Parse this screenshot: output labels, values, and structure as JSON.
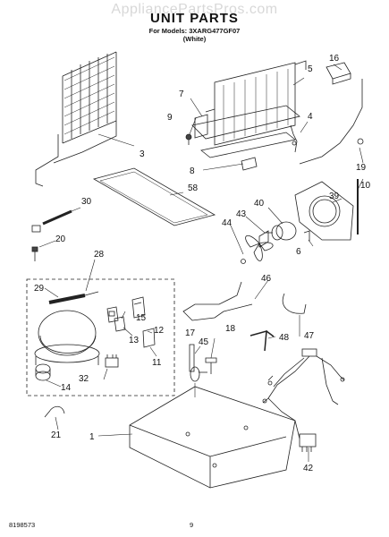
{
  "watermark": "AppliancePartsPros.com",
  "title": "UNIT PARTS",
  "models_line": "For Models: 3XARG477GF07",
  "color_line": "(White)",
  "footer": {
    "doc_number": "8198573",
    "page_number": "9"
  },
  "callouts": [
    "1",
    "3",
    "4",
    "5",
    "6",
    "7",
    "8",
    "9",
    "10",
    "11",
    "12",
    "13",
    "14",
    "15",
    "16",
    "17",
    "18",
    "19",
    "20",
    "21",
    "28",
    "29",
    "30",
    "32",
    "39",
    "40",
    "42",
    "43",
    "44",
    "45",
    "46",
    "47",
    "48",
    "58"
  ]
}
